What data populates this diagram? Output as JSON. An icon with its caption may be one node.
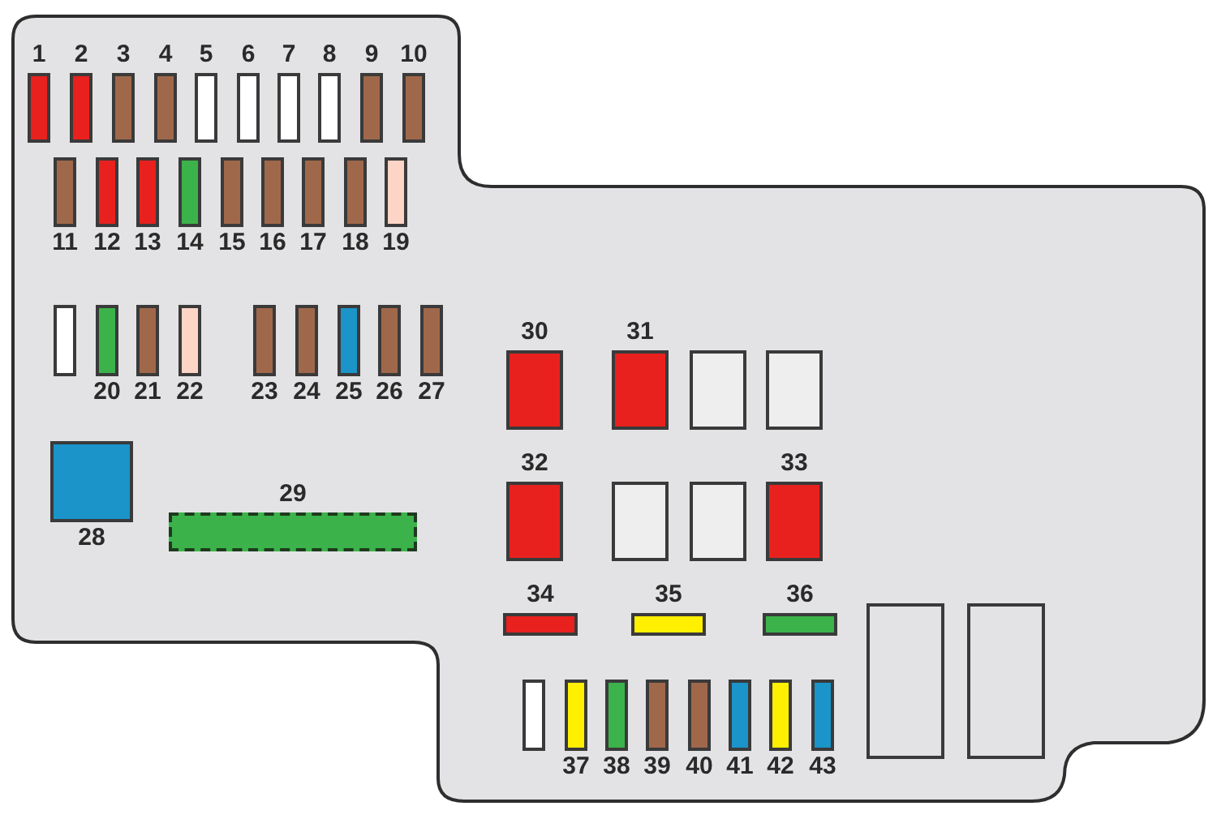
{
  "diagram": {
    "nodes": [
      {
        "text": [],
        "shape": "box",
        "beside": [
          "1"
        ]
      },
      {
        "text": [],
        "shape": "box",
        "beside": [
          "2"
        ]
      },
      {
        "text": [],
        "shape": "box",
        "beside": [
          "3"
        ]
      },
      {
        "text": [],
        "shape": "box",
        "beside": [
          "4"
        ]
      },
      {
        "text": [],
        "shape": "box",
        "beside": [
          "5"
        ]
      },
      {
        "text": [],
        "shape": "box",
        "beside": [
          "6"
        ]
      },
      {
        "text": [],
        "shape": "box",
        "beside": [
          "7"
        ]
      },
      {
        "text": [],
        "shape": "box",
        "beside": [
          "8"
        ]
      },
      {
        "text": [],
        "shape": "box",
        "beside": [
          "9"
        ]
      },
      {
        "text": [],
        "shape": "box",
        "beside": [
          "10"
        ]
      },
      {
        "text": [],
        "shape": "box",
        "beside": [
          "11"
        ]
      },
      {
        "text": [],
        "shape": "box",
        "beside": [
          "12"
        ]
      },
      {
        "text": [],
        "shape": "box",
        "beside": [
          "13"
        ]
      },
      {
        "text": [],
        "shape": "box",
        "beside": [
          "14"
        ]
      },
      {
        "text": [],
        "shape": "box",
        "beside": [
          "15"
        ]
      },
      {
        "text": [],
        "shape": "box",
        "beside": [
          "16"
        ]
      },
      {
        "text": [],
        "shape": "box",
        "beside": [
          "17"
        ]
      },
      {
        "text": [],
        "shape": "box",
        "beside": [
          "18"
        ]
      },
      {
        "text": [],
        "shape": "box",
        "beside": [
          "19"
        ]
      },
      {
        "text": [],
        "shape": "box"
      },
      {
        "text": [],
        "shape": "box",
        "beside": [
          "20"
        ]
      },
      {
        "text": [],
        "shape": "box",
        "beside": [
          "21"
        ]
      },
      {
        "text": [],
        "shape": "box",
        "beside": [
          "22"
        ]
      },
      {
        "text": [],
        "shape": "box",
        "beside": [
          "23"
        ]
      },
      {
        "text": [],
        "shape": "box",
        "beside": [
          "24"
        ]
      },
      {
        "text": [],
        "shape": "box",
        "beside": [
          "25"
        ]
      },
      {
        "text": [],
        "shape": "box",
        "beside": [
          "26"
        ]
      },
      {
        "text": [],
        "shape": "box",
        "beside": [
          "27"
        ]
      },
      {
        "text": [],
        "shape": "box",
        "beside": [
          "28"
        ]
      },
      {
        "text": [],
        "shape": "box",
        "beside": [
          "29"
        ]
      },
      {
        "text": [],
        "shape": "box",
        "beside": [
          "30"
        ]
      },
      {
        "text": [],
        "shape": "box",
        "beside": [
          "31"
        ]
      },
      {
        "text": [],
        "shape": "box"
      },
      {
        "text": [],
        "shape": "box"
      },
      {
        "text": [],
        "shape": "box",
        "beside": [
          "32"
        ]
      },
      {
        "text": [],
        "shape": "box"
      },
      {
        "text": [],
        "shape": "box"
      },
      {
        "text": [],
        "shape": "box",
        "beside": [
          "33"
        ]
      },
      {
        "text": [],
        "shape": "box",
        "beside": [
          "34"
        ]
      },
      {
        "text": [],
        "shape": "box",
        "beside": [
          "35"
        ]
      },
      {
        "text": [],
        "shape": "box",
        "beside": [
          "36"
        ]
      },
      {
        "text": [],
        "shape": "box"
      },
      {
        "text": [],
        "shape": "box"
      },
      {
        "text": [],
        "shape": "box"
      },
      {
        "text": [],
        "shape": "box",
        "beside": [
          "37"
        ]
      },
      {
        "text": [],
        "shape": "box",
        "beside": [
          "38"
        ]
      },
      {
        "text": [],
        "shape": "box",
        "beside": [
          "39"
        ]
      },
      {
        "text": [],
        "shape": "box",
        "beside": [
          "40"
        ]
      },
      {
        "text": [],
        "shape": "box",
        "beside": [
          "41"
        ]
      },
      {
        "text": [],
        "shape": "box",
        "beside": [
          "42"
        ]
      },
      {
        "text": [],
        "shape": "box",
        "beside": [
          "43"
        ]
      }
    ]
  }
}
